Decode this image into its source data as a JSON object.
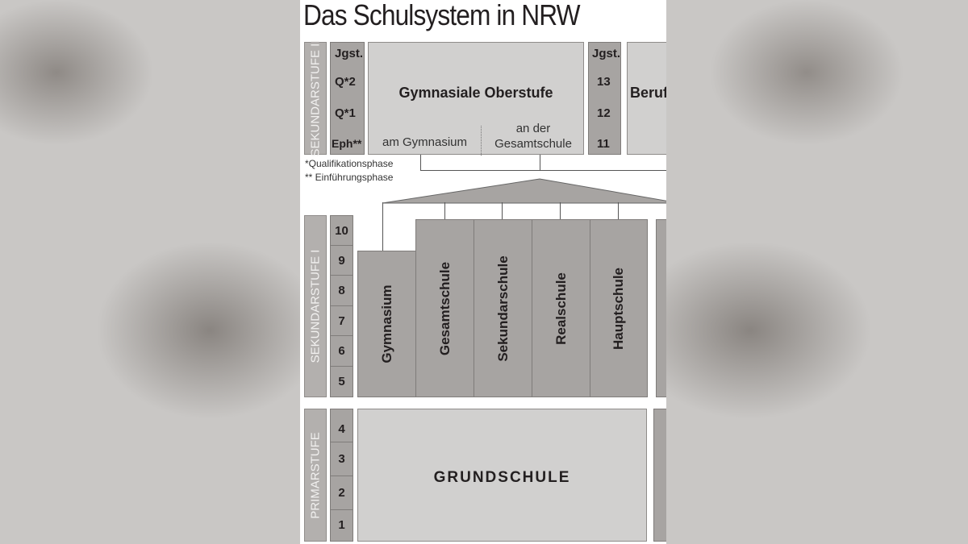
{
  "title": "Das Schulsystem in NRW",
  "sek2": {
    "label": "SEKUNDARSTUFE II",
    "jgst_header": "Jgst.",
    "grades": [
      "Q*2",
      "Q*1",
      "Eph**"
    ],
    "oberstufe": "Gymnasiale Oberstufe",
    "am_gymnasium": "am Gymnasium",
    "an_der_gesamtschule_1": "an der",
    "an_der_gesamtschule_2": "Gesamtschule",
    "right_jgst_header": "Jgst.",
    "right_grades": [
      "13",
      "12",
      "11"
    ],
    "beruf_partial": "Beruf"
  },
  "footnotes": {
    "q": "*Qualifikationsphase",
    "e": "** Einführungsphase"
  },
  "sek1": {
    "label": "SEKUNDARSTUFE I",
    "grades": [
      "10",
      "9",
      "8",
      "7",
      "6",
      "5"
    ],
    "schools": [
      "Gymnasium",
      "Gesamtschule",
      "Sekundarschule",
      "Realschule",
      "Hauptschule"
    ]
  },
  "primar": {
    "label": "PRIMARSTUFE",
    "grades": [
      "4",
      "3",
      "2",
      "1"
    ],
    "school": "GRUNDSCHULE"
  },
  "colors": {
    "dark_box": "#a7a4a2",
    "light_box": "#d1d0cf",
    "text": "#231f20"
  }
}
